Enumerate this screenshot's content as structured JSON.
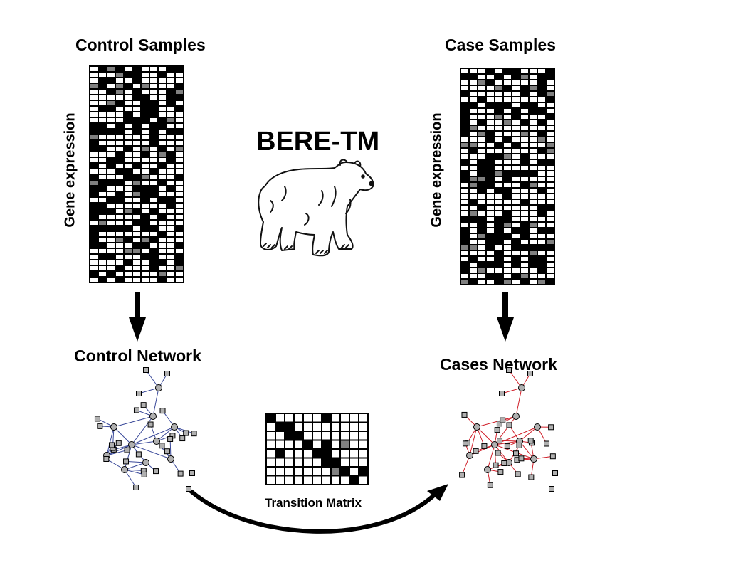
{
  "title": "BERE-TM",
  "panels": {
    "control_samples": "Control Samples",
    "case_samples": "Case Samples",
    "gene_expression_left": "Gene expression",
    "gene_expression_right": "Gene expression",
    "control_network": "Control Network",
    "cases_network": "Cases Network",
    "transition_matrix": "Transition Matrix"
  },
  "colors": {
    "matrix_background": "#000000",
    "cell_white": "#ffffff",
    "cell_gray": "#808080",
    "control_edge": "#3b4a9a",
    "case_edge": "#d0202a",
    "node_fill": "#b0b0b0",
    "arrow": "#000000"
  },
  "icons": {
    "mascot": "polar-bear-outline-icon"
  }
}
